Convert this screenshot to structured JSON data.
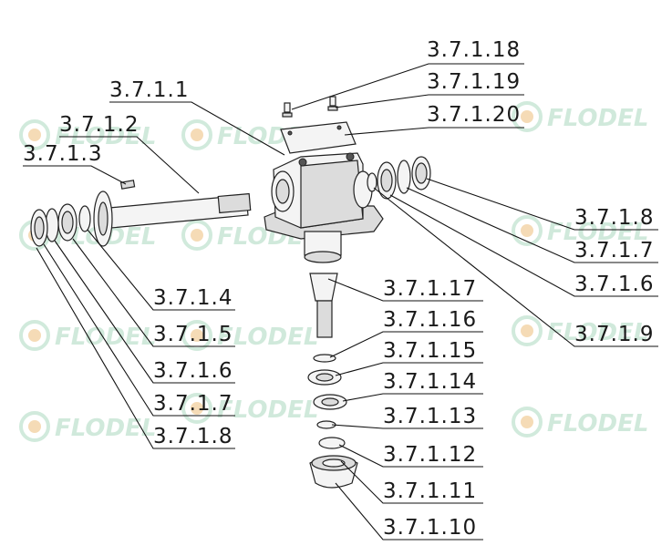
{
  "watermark": {
    "brand": "FLODEL",
    "icon": "gear-sun-icon",
    "color_text": "#7cc29a",
    "color_accent": "#e7a548"
  },
  "labels": {
    "l_3_7_1_18": "3.7.1.18",
    "l_3_7_1_19": "3.7.1.19",
    "l_3_7_1_20": "3.7.1.20",
    "l_3_7_1_1": "3.7.1.1",
    "l_3_7_1_2": "3.7.1.2",
    "l_3_7_1_3": "3.7.1.3",
    "l_3_7_1_8_r": "3.7.1.8",
    "l_3_7_1_7_r": "3.7.1.7",
    "l_3_7_1_6_r": "3.7.1.6",
    "l_3_7_1_9": "3.7.1.9",
    "l_3_7_1_17": "3.7.1.17",
    "l_3_7_1_16": "3.7.1.16",
    "l_3_7_1_15": "3.7.1.15",
    "l_3_7_1_14": "3.7.1.14",
    "l_3_7_1_13": "3.7.1.13",
    "l_3_7_1_12": "3.7.1.12",
    "l_3_7_1_11": "3.7.1.11",
    "l_3_7_1_10": "3.7.1.10",
    "l_3_7_1_4": "3.7.1.4",
    "l_3_7_1_5": "3.7.1.5",
    "l_3_7_1_6_l": "3.7.1.6",
    "l_3_7_1_7_l": "3.7.1.7",
    "l_3_7_1_8_l": "3.7.1.8"
  }
}
